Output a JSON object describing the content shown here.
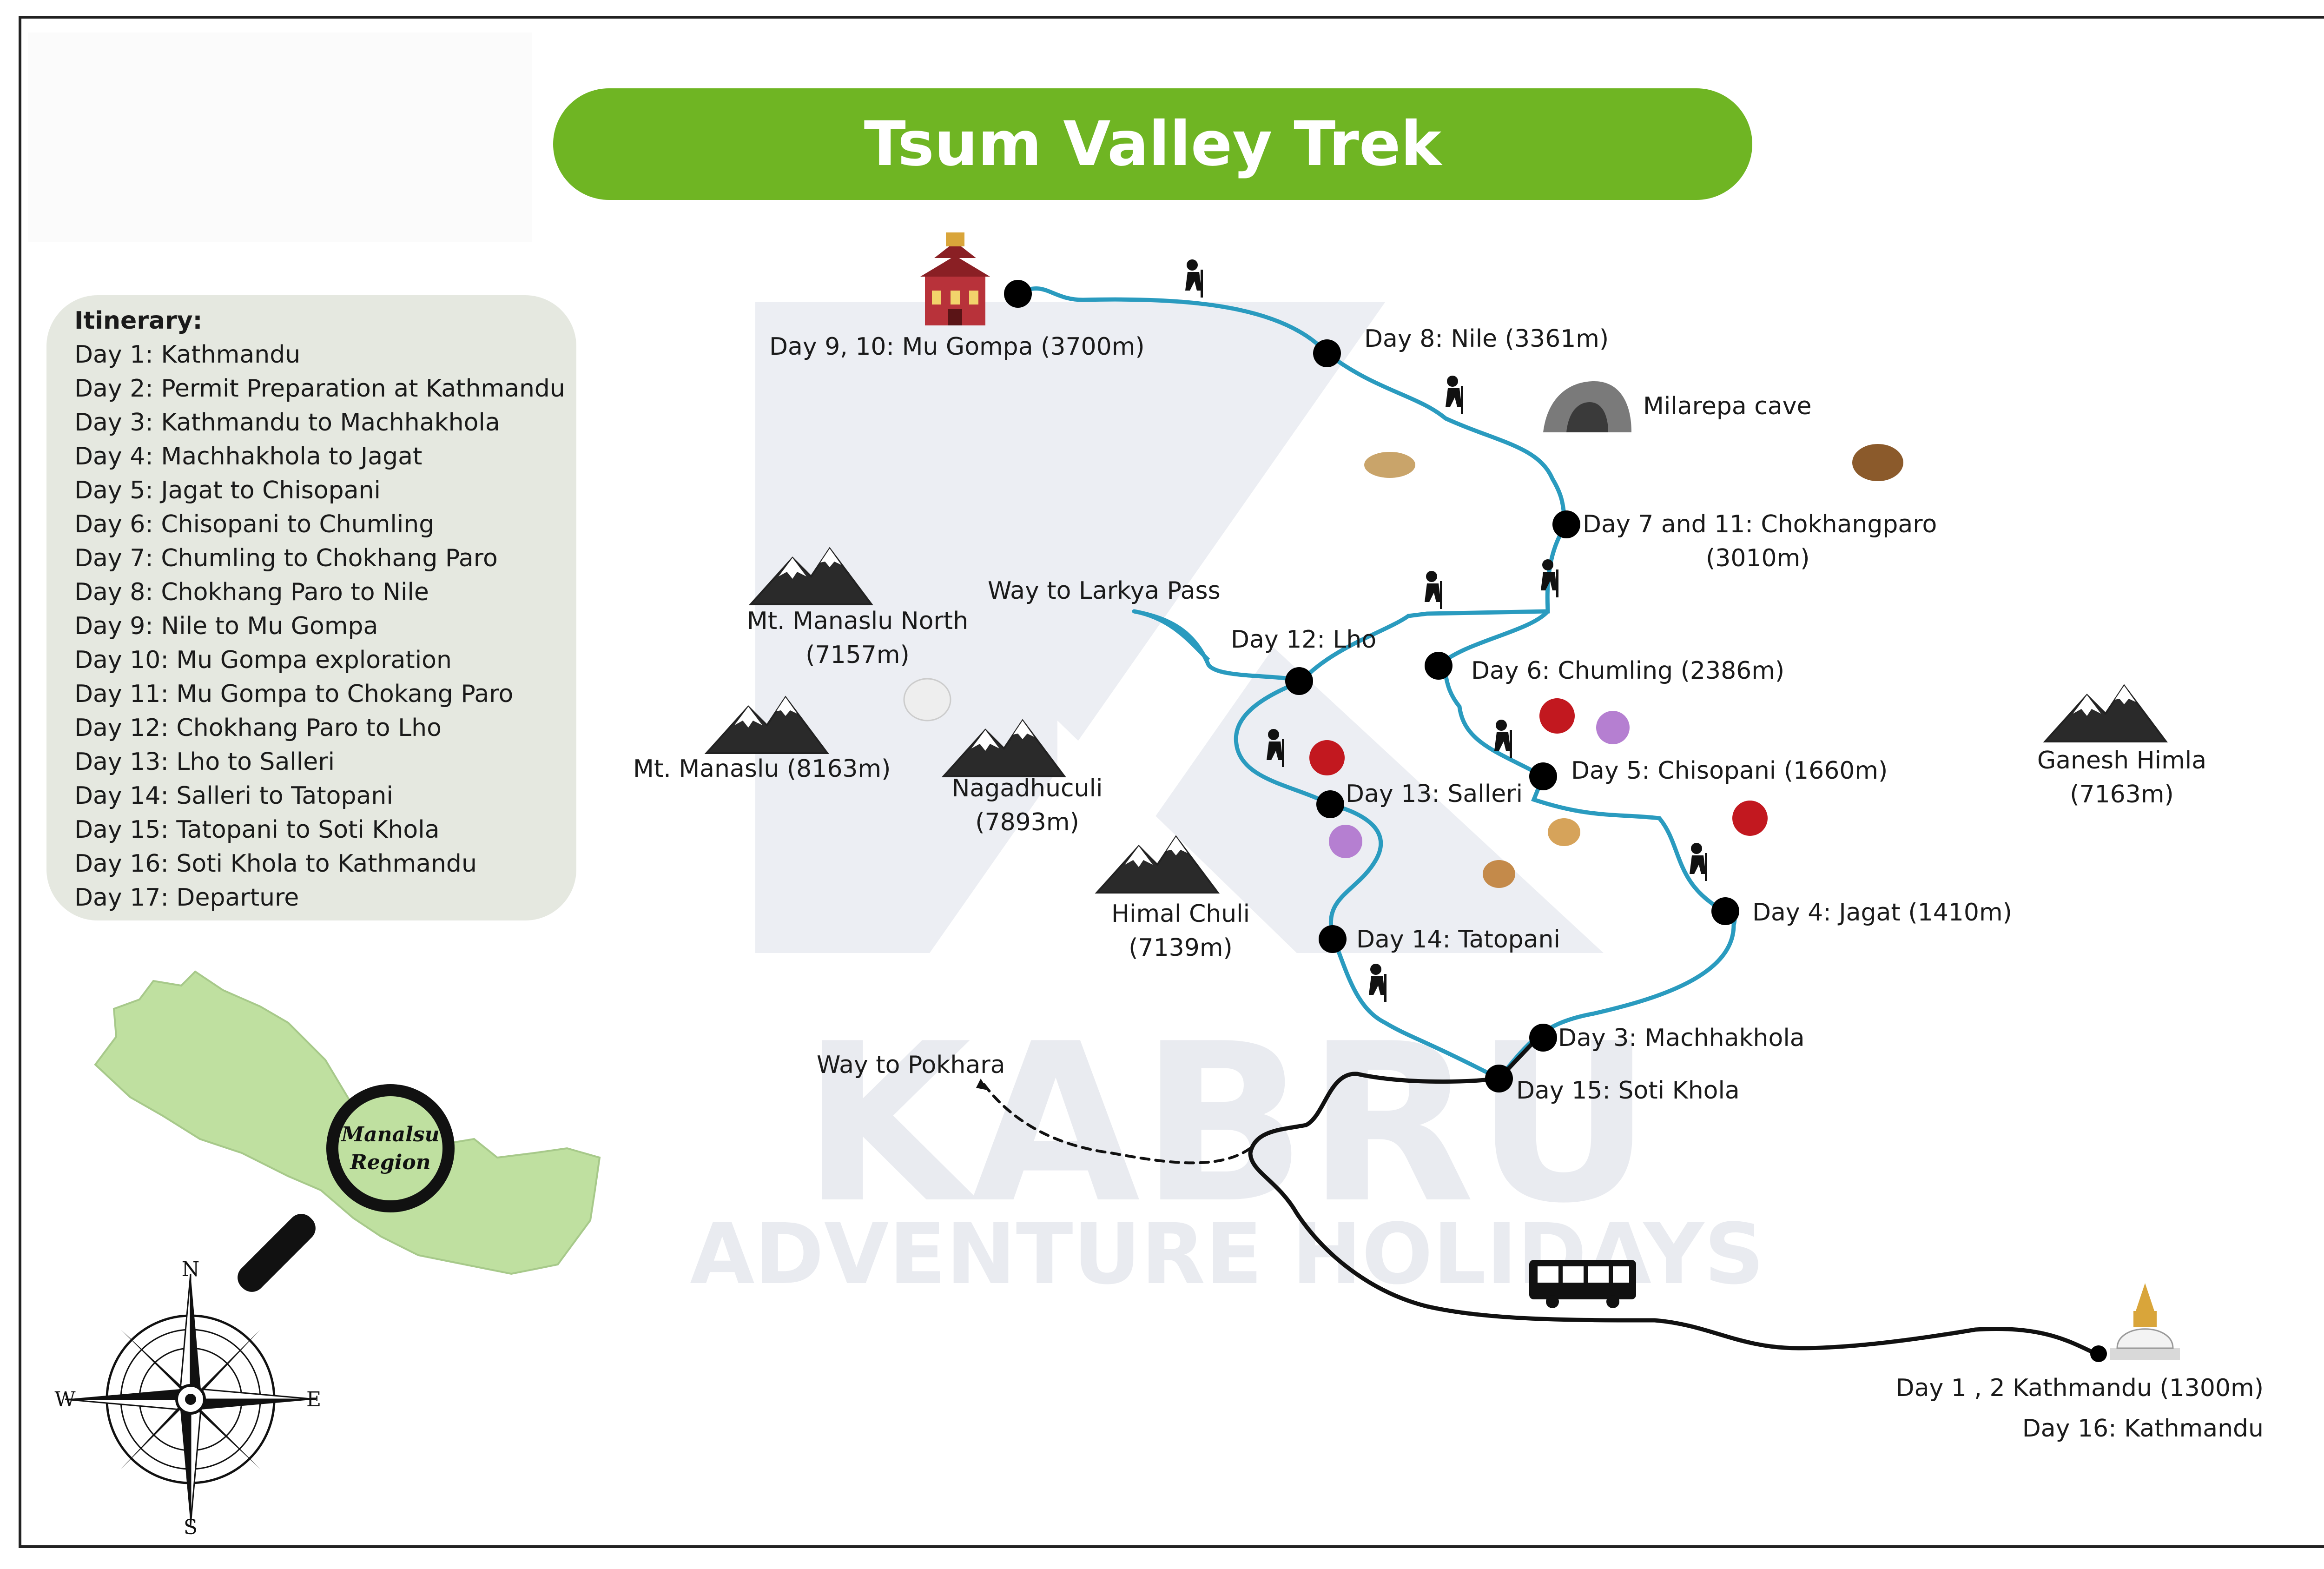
{
  "title": "Tsum Valley Trek",
  "itinerary": {
    "heading": "Itinerary:",
    "days": [
      "Day 1: Kathmandu",
      "Day 2: Permit Preparation at Kathmandu",
      "Day 3: Kathmandu to Machhakhola",
      "Day 4: Machhakhola to Jagat",
      "Day 5: Jagat to Chisopani",
      "Day 6: Chisopani to Chumling",
      "Day 7: Chumling to Chokhang Paro",
      "Day 8: Chokhang Paro to Nile",
      "Day 9: Nile to Mu Gompa",
      "Day 10: Mu Gompa exploration",
      "Day 11: Mu Gompa to Chokang Paro",
      "Day 12: Chokhang Paro to Lho",
      "Day 13: Lho to Salleri",
      "Day 14: Salleri to Tatopani",
      "Day 15: Tatopani to Soti Khola",
      "Day 16: Soti Khola to Kathmandu",
      "Day 17: Departure"
    ]
  },
  "stops": {
    "mu_gompa": "Day 9, 10: Mu Gompa (3700m)",
    "nile": "Day 8: Nile (3361m)",
    "chokhangparo_1": "Day 7 and 11: Chokhangparo",
    "chokhangparo_2": "(3010m)",
    "lho": "Day 12: Lho",
    "chumling": "Day 6: Chumling (2386m)",
    "chisopani": "Day 5: Chisopani (1660m)",
    "salleri": "Day 13: Salleri",
    "jagat": "Day 4: Jagat (1410m)",
    "tatopani": "Day 14: Tatopani",
    "machhakhola": "Day 3: Machhakhola",
    "soti_khola": "Day 15: Soti Khola",
    "kathmandu_1": "Day 1 , 2 Kathmandu (1300m)",
    "kathmandu_2": "Day 16: Kathmandu"
  },
  "places": {
    "milarepa": "Milarepa cave",
    "larkya": "Way to Larkya Pass",
    "pokhara": "Way to Pokhara"
  },
  "mountains": {
    "manaslu_north_1": "Mt. Manaslu North",
    "manaslu_north_2": "(7157m)",
    "manaslu": "Mt. Manaslu (8163m)",
    "nagadhuculi_1": "Nagadhuculi",
    "nagadhuculi_2": "(7893m)",
    "himal_chuli_1": "Himal Chuli",
    "himal_chuli_2": "(7139m)",
    "ganesh_1": "Ganesh Himla",
    "ganesh_2": "(7163m)"
  },
  "inset": {
    "region_line1": "Manalsu",
    "region_line2": "Region"
  },
  "compass": {
    "n": "N",
    "s": "S",
    "e": "E",
    "w": "W"
  },
  "watermark": {
    "line1": "KABRU",
    "line2": "ADVENTURE HOLIDAYS"
  },
  "colors": {
    "title_green": "#6fb523",
    "river_trail": "#2a9bbf",
    "road": "#111111",
    "itinerary_box": "#e5e8e0",
    "nepal_map": "#bfe0a0",
    "watermark": "#e8eaf0"
  }
}
